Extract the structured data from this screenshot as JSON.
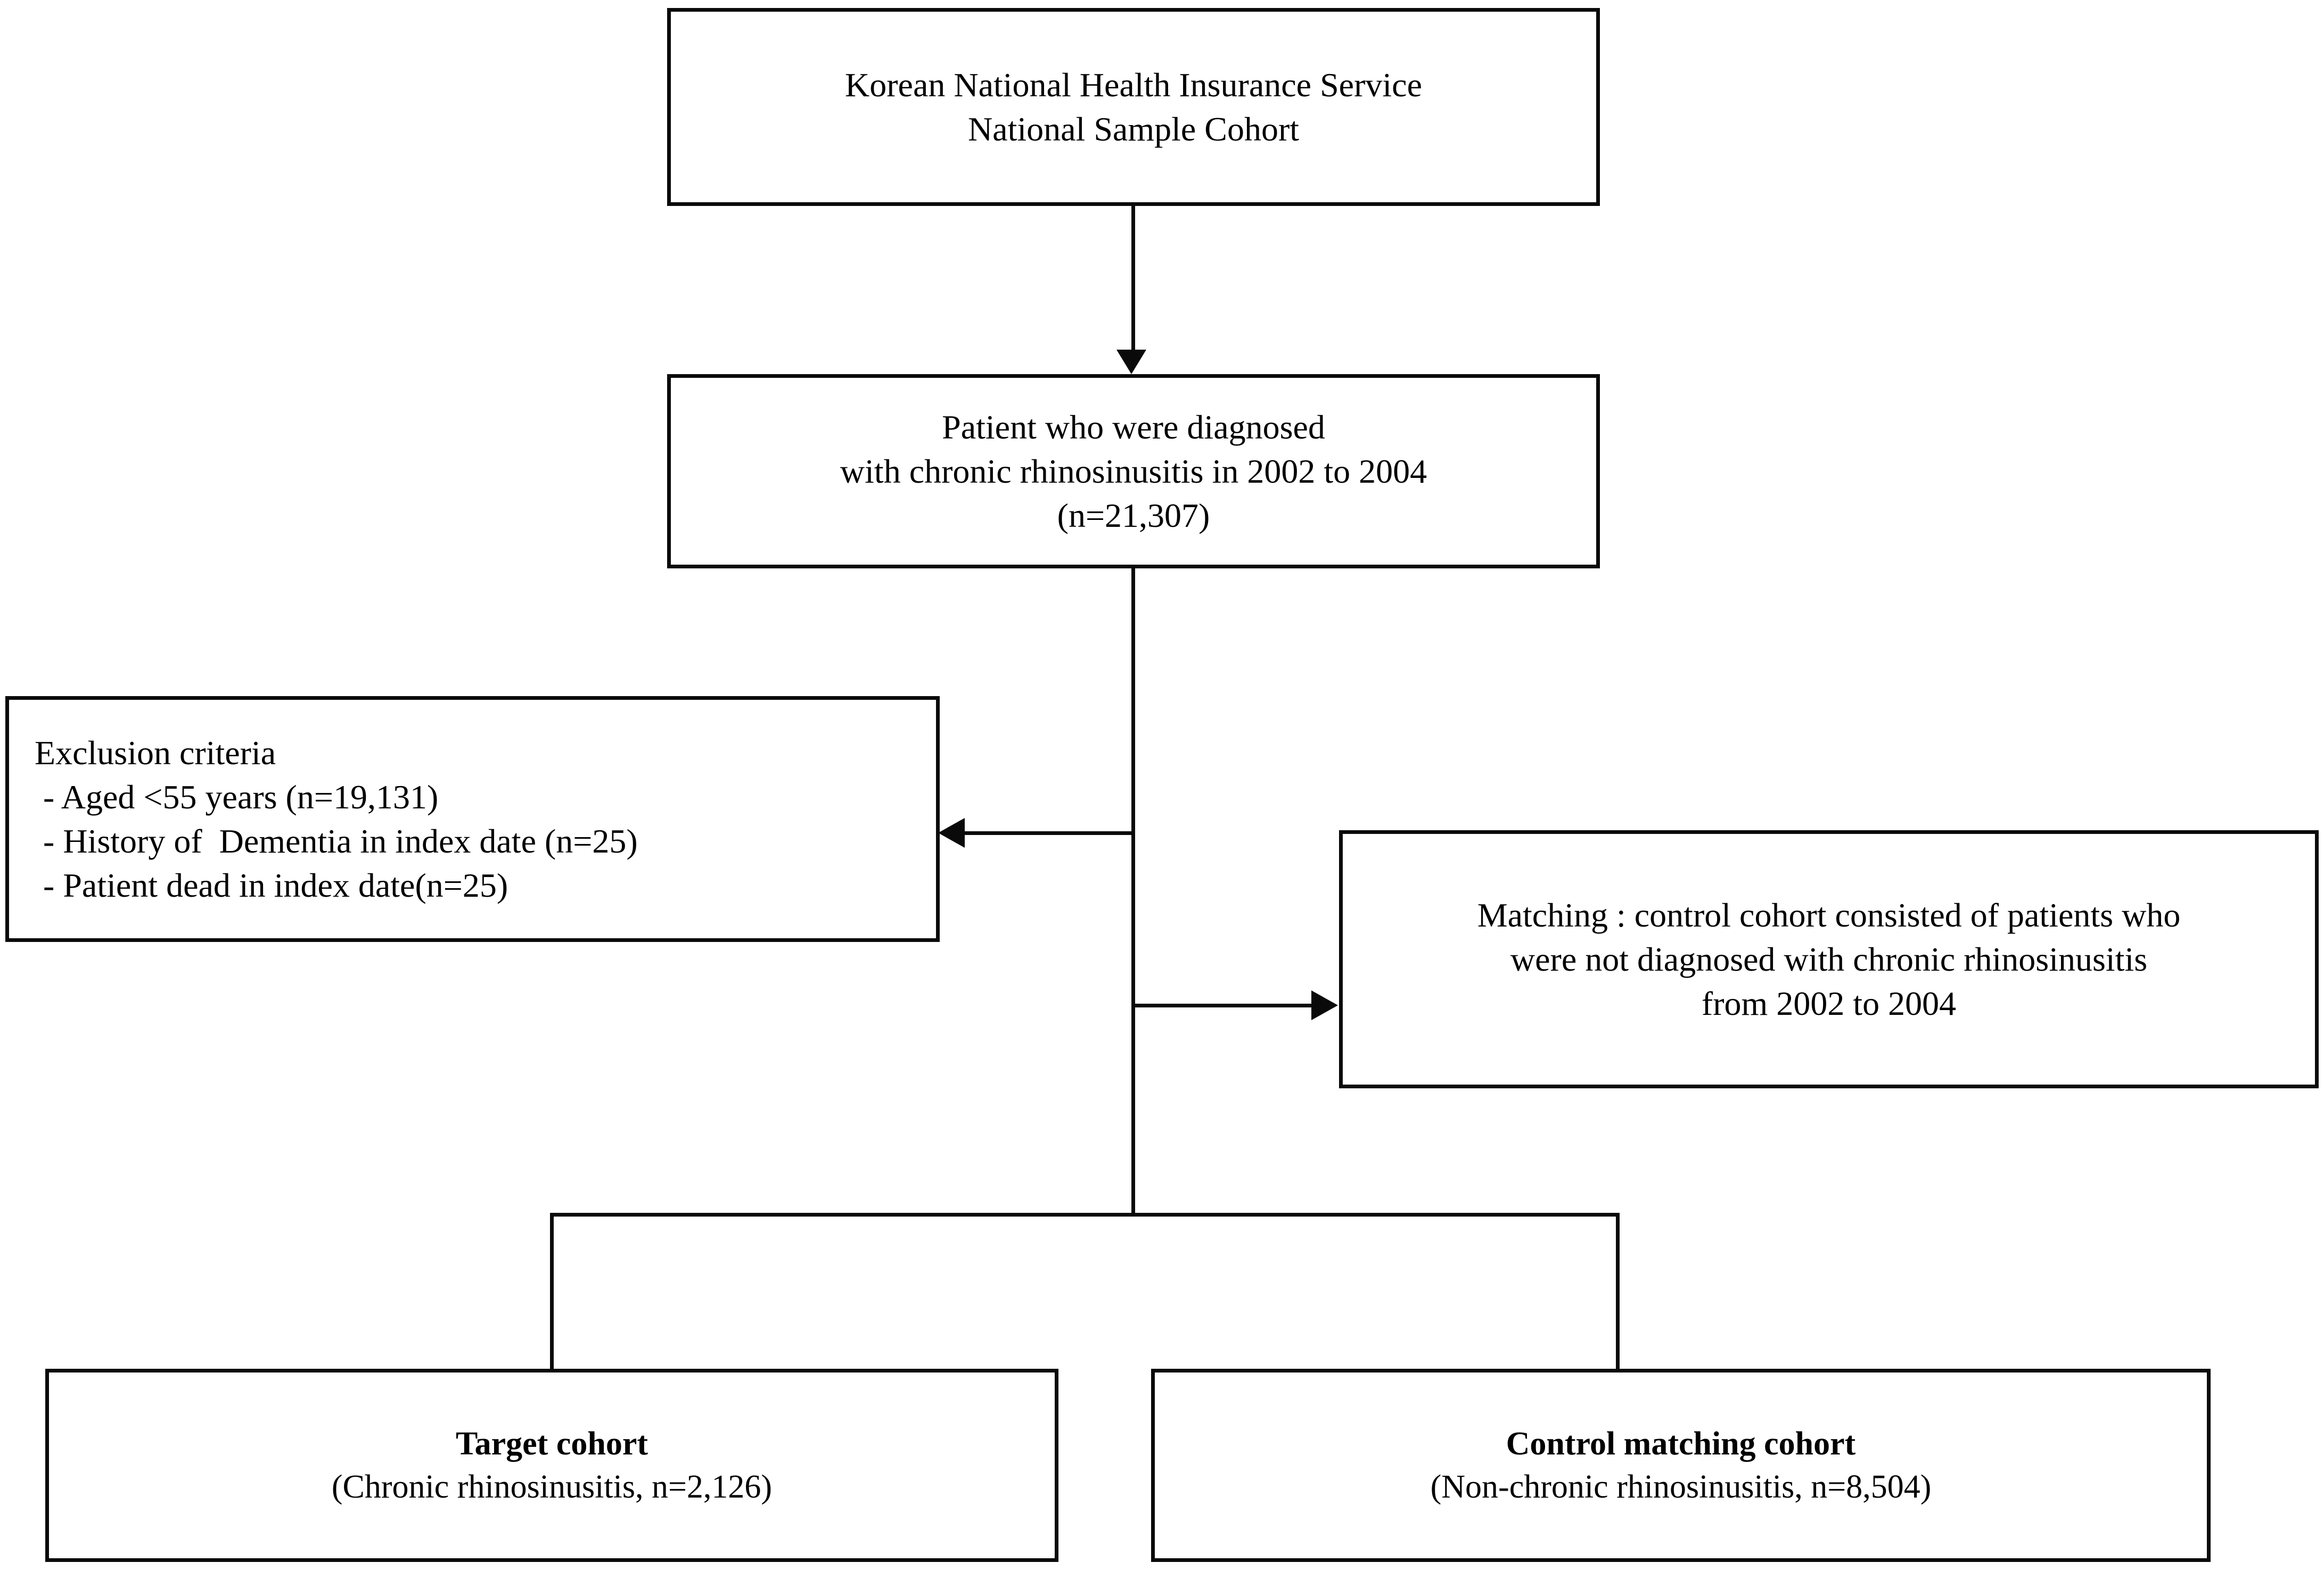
{
  "diagram": {
    "type": "flowchart",
    "title": "Study cohort selection flow diagram",
    "orientation": "top-to-bottom",
    "colors": {
      "background": "#ffffff",
      "border": "#0a0a0a",
      "text": "#000000"
    },
    "nodes": {
      "source": {
        "id": "source-cohort-box",
        "lines": [
          "Korean National Health Insurance Service",
          "National Sample Cohort"
        ]
      },
      "diagnosed": {
        "id": "diagnosed-patients-box",
        "lines": [
          "Patient who were diagnosed",
          "with chronic rhinosinusitis in 2002 to 2004",
          "(n=21,307)"
        ],
        "count": "21,307"
      },
      "exclusion": {
        "id": "exclusion-criteria-box",
        "heading": "Exclusion criteria",
        "items": [
          " - Aged <55 years (n=19,131)",
          " - History of  Dementia in index date (n=25)",
          " - Patient dead in index date(n=25)"
        ],
        "counts": {
          "aged_under_55": "19,131",
          "dementia_history": "25",
          "dead_at_index": "25"
        }
      },
      "matching": {
        "id": "matching-box",
        "lines": [
          "Matching : control cohort consisted of patients who",
          "were not diagnosed with chronic rhinosinusitis",
          "from 2002 to 2004"
        ]
      },
      "target": {
        "id": "target-cohort-box",
        "title": "Target cohort",
        "subtitle": "(Chronic rhinosinusitis, n=2,126)",
        "count": "2,126"
      },
      "control": {
        "id": "control-cohort-box",
        "title": "Control matching cohort",
        "subtitle": "(Non-chronic rhinosinusitis, n=8,504)",
        "count": "8,504"
      }
    },
    "connectors": [
      {
        "id": "source-to-diagnosed",
        "from": "source",
        "to": "diagnosed",
        "direction": "down",
        "arrowhead": true
      },
      {
        "id": "diagnosed-trunk",
        "from": "diagnosed",
        "to": "split",
        "direction": "down",
        "arrowhead": false
      },
      {
        "id": "trunk-to-exclusion",
        "from": "trunk",
        "to": "exclusion",
        "direction": "left",
        "arrowhead": true
      },
      {
        "id": "trunk-to-matching",
        "from": "trunk",
        "to": "matching",
        "direction": "right",
        "arrowhead": true
      },
      {
        "id": "split-bar",
        "from": "trunk",
        "to": "target-and-control",
        "direction": "horizontal",
        "arrowhead": false
      },
      {
        "id": "split-to-target",
        "from": "split",
        "to": "target",
        "direction": "down",
        "arrowhead": false
      },
      {
        "id": "split-to-control",
        "from": "split",
        "to": "control",
        "direction": "down",
        "arrowhead": false
      }
    ]
  }
}
